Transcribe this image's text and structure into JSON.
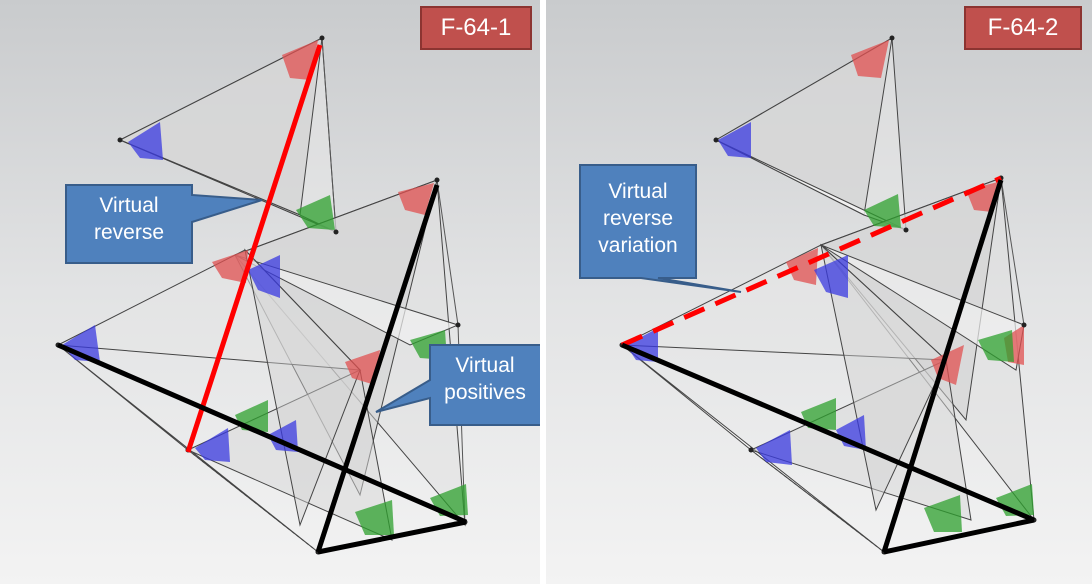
{
  "panels": [
    {
      "label": "F-64-1",
      "callouts": [
        {
          "id": "virtual-reverse",
          "lines": [
            "Virtual",
            "reverse"
          ]
        },
        {
          "id": "virtual-positives",
          "lines": [
            "Virtual",
            "positives"
          ]
        }
      ]
    },
    {
      "label": "F-64-2",
      "callouts": [
        {
          "id": "virtual-reverse-variation",
          "lines": [
            "Virtual",
            "reverse",
            "variation"
          ]
        }
      ]
    }
  ],
  "colors": {
    "label_fill": "#c0504d",
    "callout_fill": "#4f81bd",
    "red_line": "#ff0000",
    "black_line": "#000000",
    "vertex_red": "#e05050",
    "vertex_blue": "#3a3ae0",
    "vertex_green": "#2ea02e"
  }
}
